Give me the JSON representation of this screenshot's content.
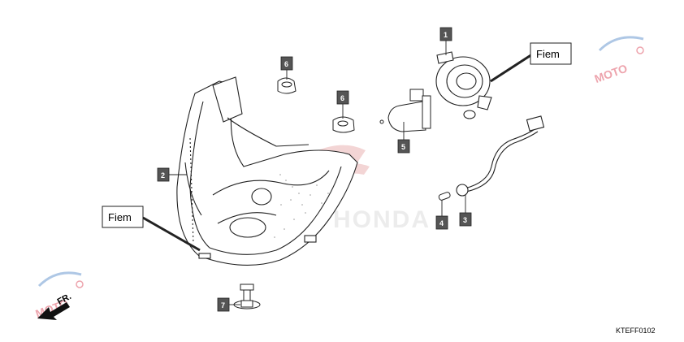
{
  "diagram": {
    "parts": [
      {
        "num": "1"
      },
      {
        "num": "2"
      },
      {
        "num": "3"
      },
      {
        "num": "4"
      },
      {
        "num": "5"
      },
      {
        "num": "6"
      },
      {
        "num": "6"
      },
      {
        "num": "7"
      }
    ],
    "brand_labels": [
      "Fiem",
      "Fiem"
    ],
    "direction_label": "FR.",
    "diagram_code": "KTEFF0102",
    "watermark_text": "MOTO",
    "background_brand_text": "HONDA"
  }
}
